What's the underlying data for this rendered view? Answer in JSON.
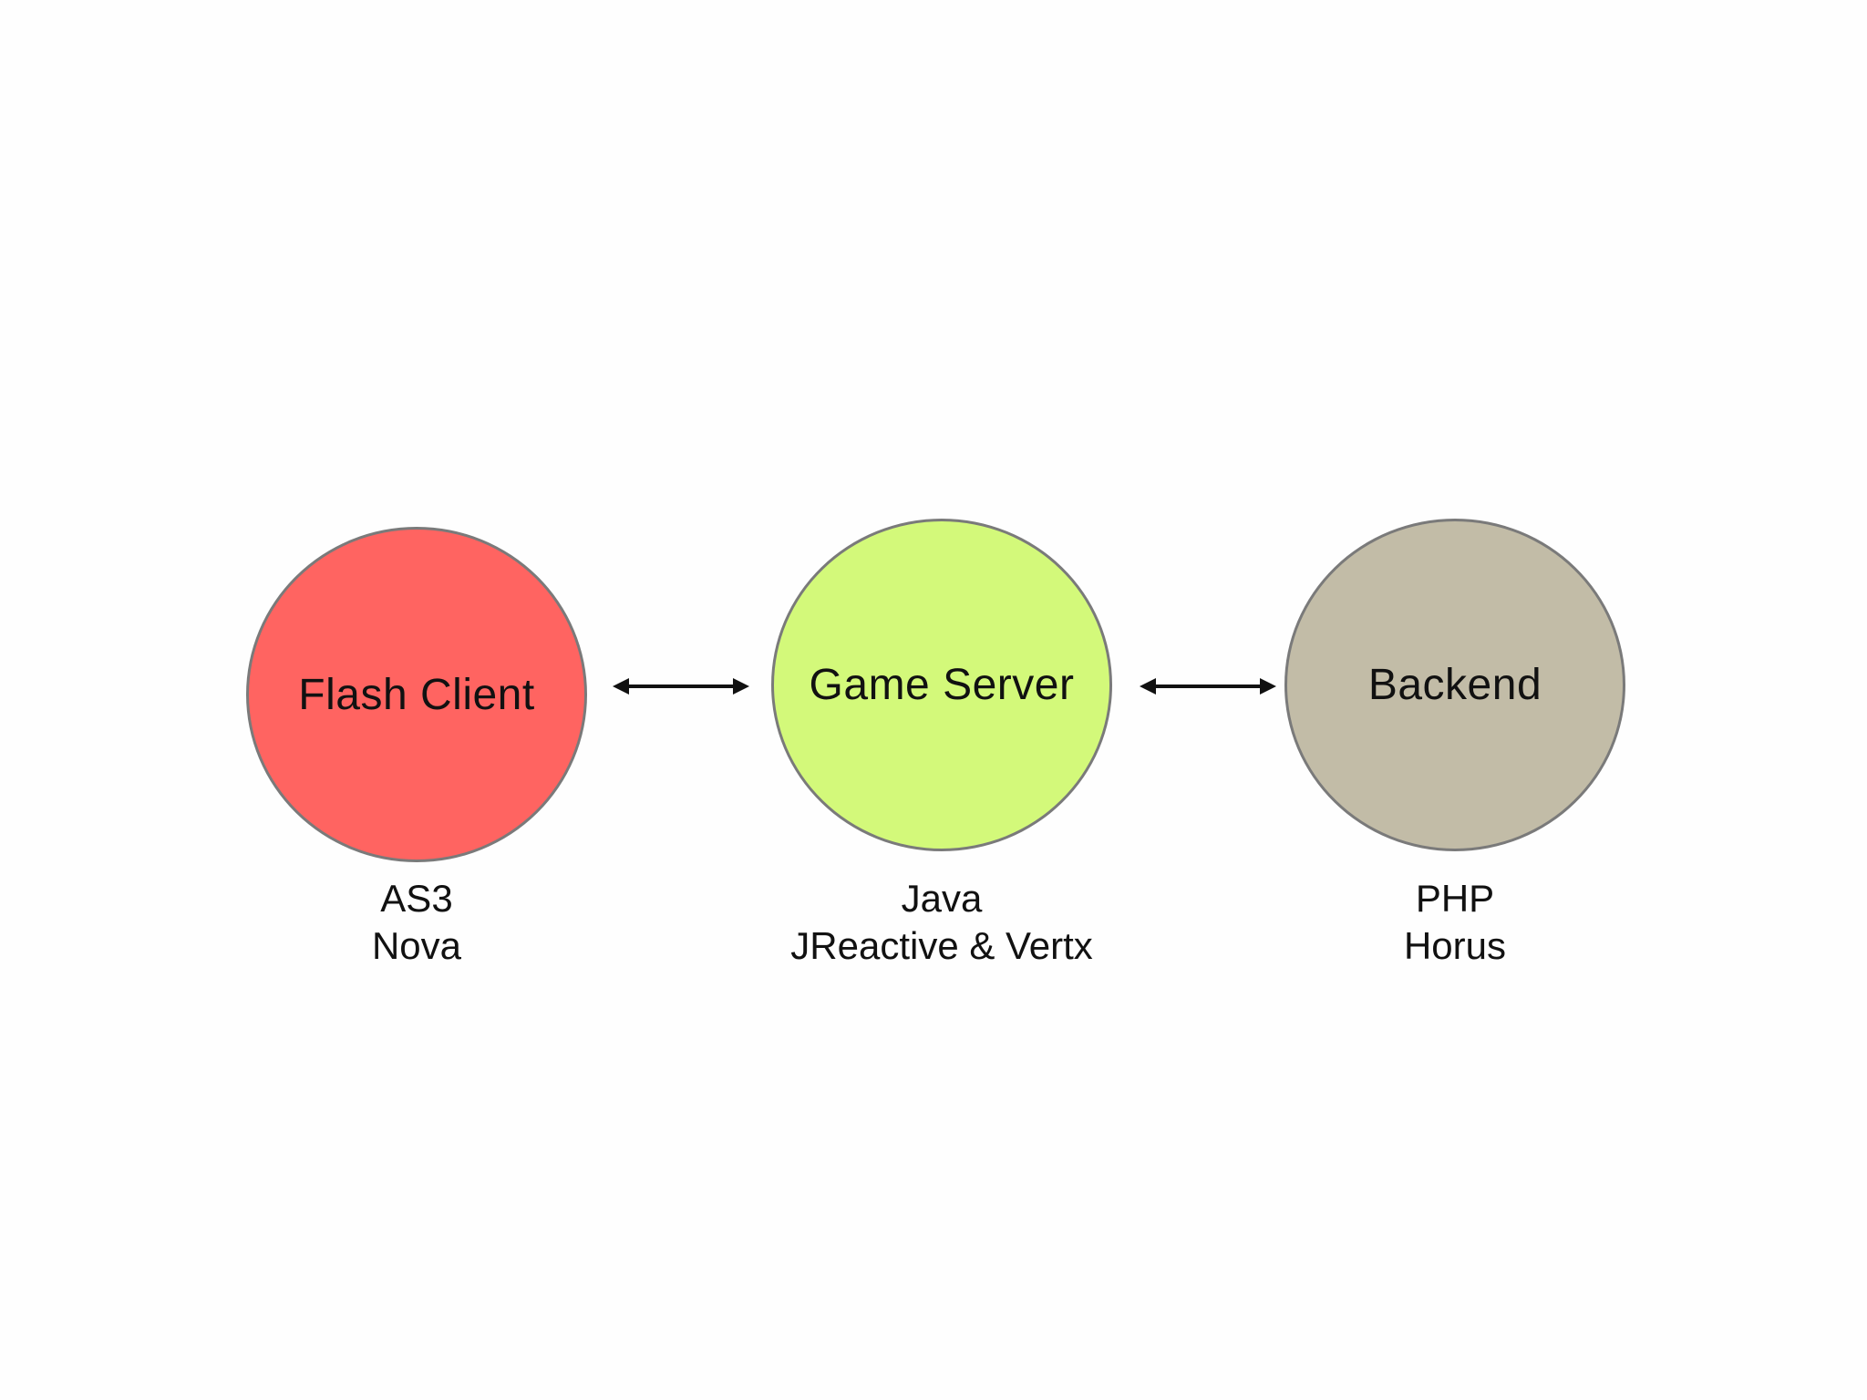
{
  "diagram": {
    "nodes": [
      {
        "label": "Flash Client",
        "color": "#ff6461",
        "details": [
          "AS3",
          "Nova"
        ]
      },
      {
        "label": "Game Server",
        "color": "#d3f97a",
        "details": [
          "Java",
          "JReactive & Vertx"
        ]
      },
      {
        "label": "Backend",
        "color": "#c2bca7",
        "details": [
          "PHP",
          "Horus"
        ]
      }
    ],
    "edges": [
      {
        "from": "Flash Client",
        "to": "Game Server",
        "direction": "bidirectional"
      },
      {
        "from": "Game Server",
        "to": "Backend",
        "direction": "bidirectional"
      }
    ],
    "border_color": "#7a7a7a",
    "arrow_color": "#111111"
  }
}
